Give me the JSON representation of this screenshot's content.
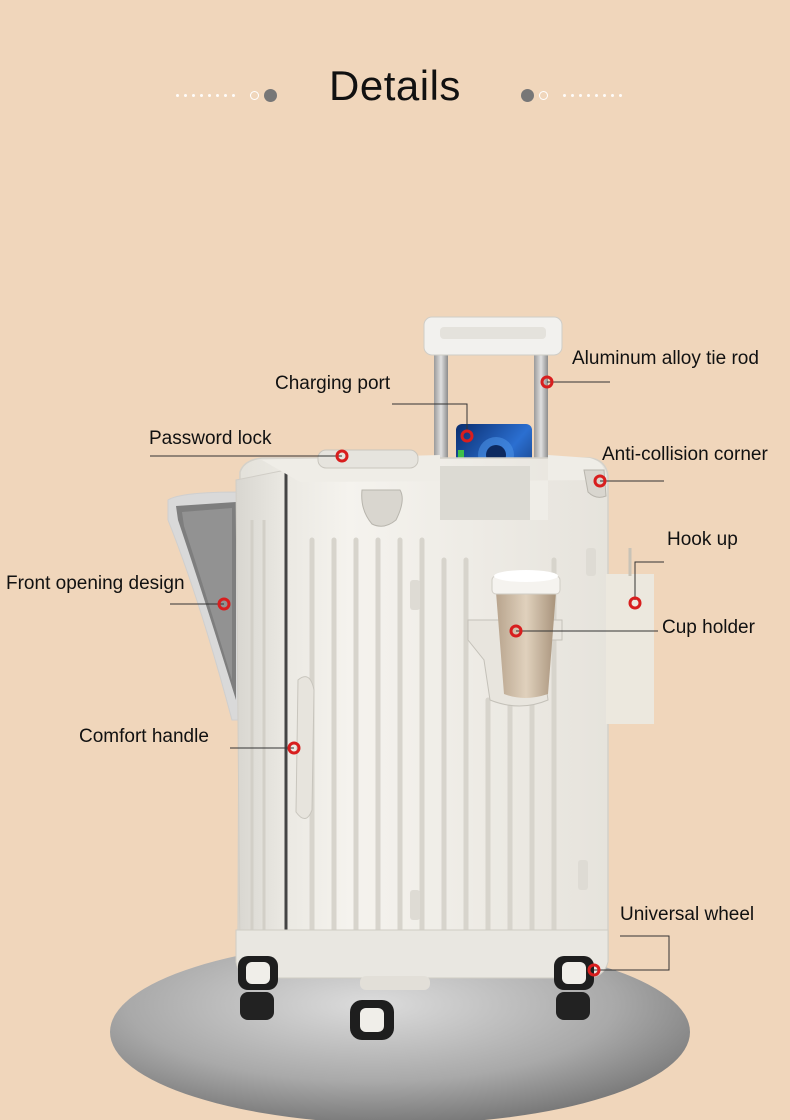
{
  "header": {
    "title": "Details"
  },
  "labels": {
    "aluminum_rod": "Aluminum alloy tie rod",
    "charging_port": "Charging port",
    "password_lock": "Password lock",
    "anti_collision": "Anti-collision corner",
    "hook_up": "Hook up",
    "front_opening": "Front opening design",
    "cup_holder": "Cup holder",
    "comfort_handle": "Comfort handle",
    "universal_wheel": "Universal wheel"
  },
  "colors": {
    "background": "#f0d6bb",
    "suitcase": "#f1efe8",
    "marker": "#d81e1e",
    "leader_line": "#333333"
  }
}
